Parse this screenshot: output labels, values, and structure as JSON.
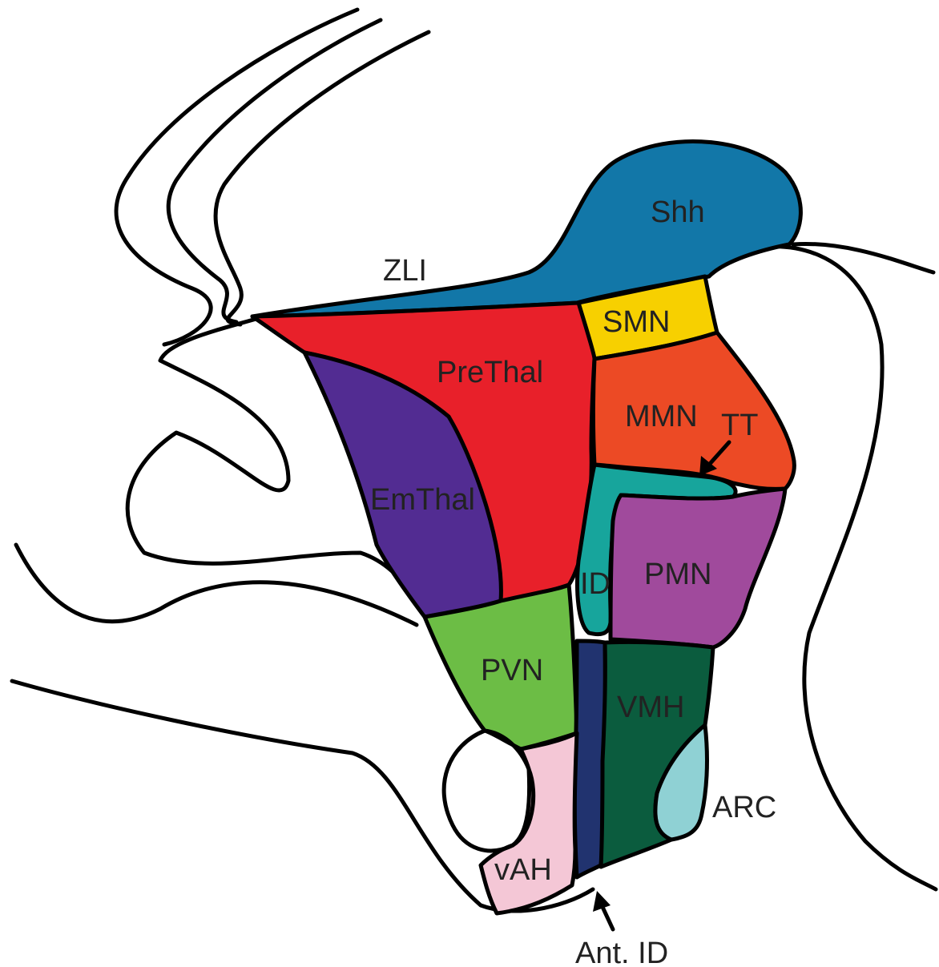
{
  "regions": [
    {
      "id": "Shh",
      "label": "Shh",
      "color": "#1277a8"
    },
    {
      "id": "SMN",
      "label": "SMN",
      "color": "#f7d000"
    },
    {
      "id": "PreThal",
      "label": "PreThal",
      "color": "#e8202a"
    },
    {
      "id": "MMN",
      "label": "MMN",
      "color": "#ec4a25"
    },
    {
      "id": "EmThal",
      "label": "EmThal",
      "color": "#522c92"
    },
    {
      "id": "TT",
      "label": "TT",
      "color": "#17a59c"
    },
    {
      "id": "ID",
      "label": "ID",
      "color": "#17a59c"
    },
    {
      "id": "PMN",
      "label": "PMN",
      "color": "#a04a9c"
    },
    {
      "id": "PVN",
      "label": "PVN",
      "color": "#6cbd45"
    },
    {
      "id": "VMH",
      "label": "VMH",
      "color": "#0b5c3e"
    },
    {
      "id": "AntID",
      "label": "Ant. ID",
      "color": "#21336f"
    },
    {
      "id": "ARC",
      "label": "ARC",
      "color": "#8fd1d4"
    },
    {
      "id": "vAH",
      "label": "vAH",
      "color": "#f4c7d6"
    }
  ],
  "labels": {
    "zli": "ZLI",
    "shh": "Shh",
    "smn": "SMN",
    "prethal": "PreThal",
    "mmn": "MMN",
    "tt": "TT",
    "emthal": "EmThal",
    "id": "ID",
    "pmn": "PMN",
    "pvn": "PVN",
    "vmh": "VMH",
    "arc": "ARC",
    "vah": "vAH",
    "ant_id": "Ant. ID"
  }
}
